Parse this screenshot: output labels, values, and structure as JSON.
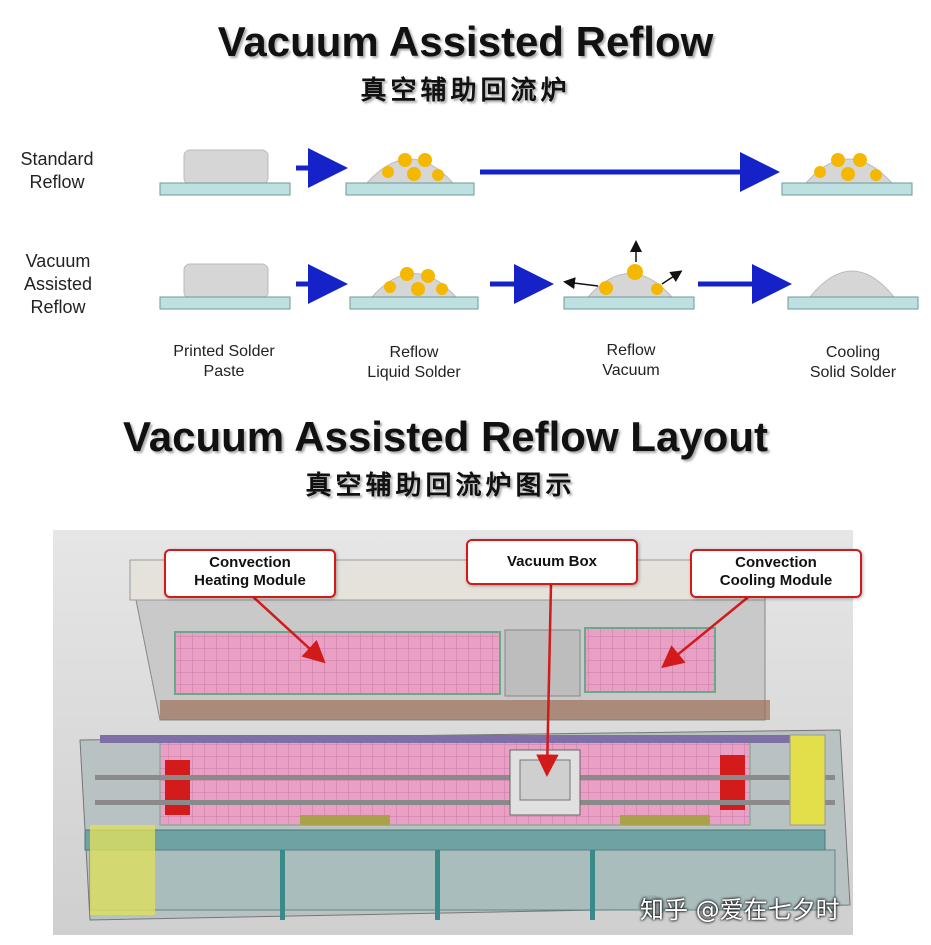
{
  "title1": "Vacuum Assisted Reflow",
  "subtitle1": "真空辅助回流炉",
  "rows": {
    "standard": "Standard\nReflow",
    "vacuum": "Vacuum\nAssisted\nReflow"
  },
  "steps": [
    {
      "label": "Printed Solder\nPaste"
    },
    {
      "label": "Reflow\nLiquid Solder"
    },
    {
      "label": "Reflow\nVacuum"
    },
    {
      "label": "Cooling\nSolid Solder"
    }
  ],
  "title2": "Vacuum Assisted Reflow Layout",
  "subtitle2": "真空辅助回流炉图示",
  "callouts": {
    "heating": "Convection\nHeating Module",
    "vacuum_box": "Vacuum Box",
    "cooling": "Convection\nCooling Module"
  },
  "watermark": "知乎 @爱在七夕时",
  "colors": {
    "arrow": "#1522c8",
    "substrate": "#bfe0e0",
    "paste": "#d6d6d6",
    "void": "#f5b800",
    "callout_border": "#d21a1a"
  }
}
